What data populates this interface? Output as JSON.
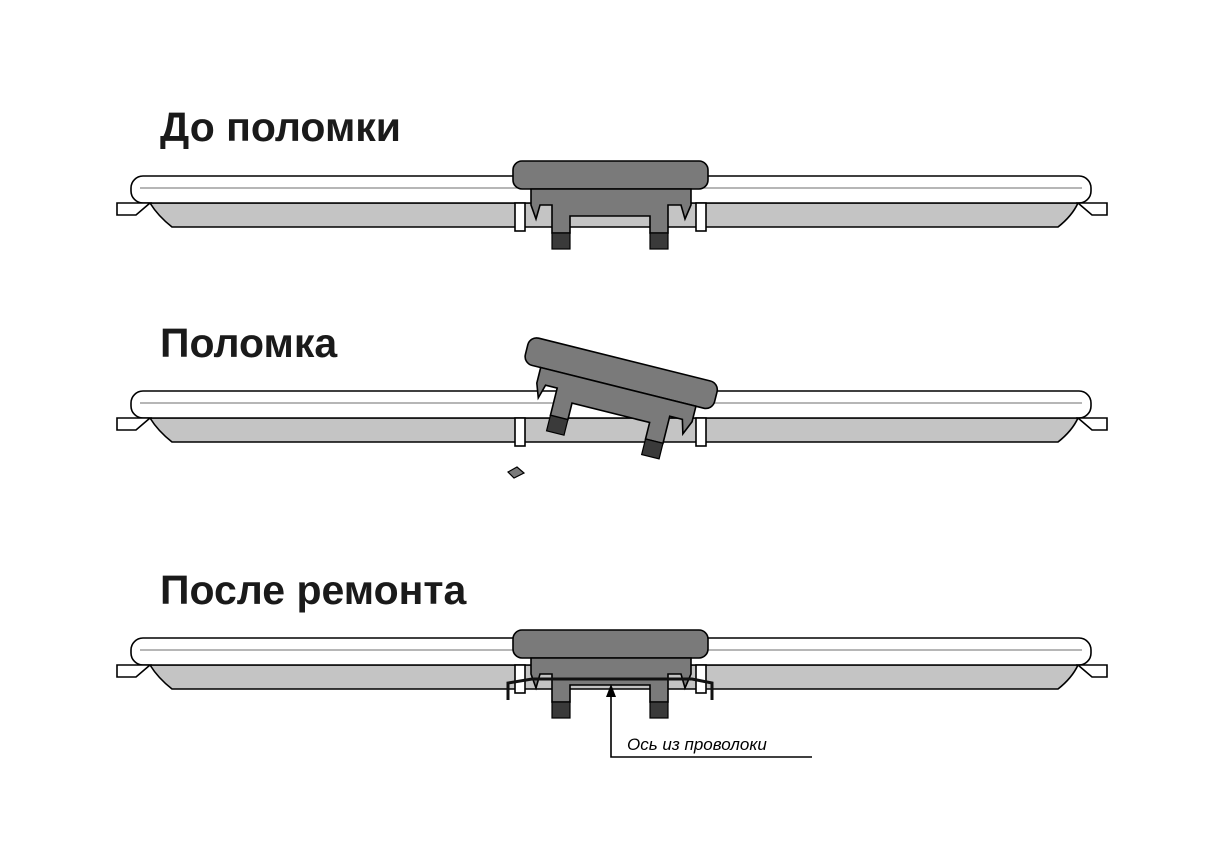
{
  "panels": [
    {
      "id": "before",
      "title": "До поломки"
    },
    {
      "id": "broken",
      "title": "Поломка"
    },
    {
      "id": "repaired",
      "title": "После ремонта"
    }
  ],
  "annotation": {
    "label": "Ось из проволоки"
  },
  "colors": {
    "cap": "#7a7a7a",
    "leg_tip": "#3a3a3a",
    "bar_bottom": "#c4c4c4",
    "bar_top": "#ffffff",
    "outline": "#000000"
  }
}
